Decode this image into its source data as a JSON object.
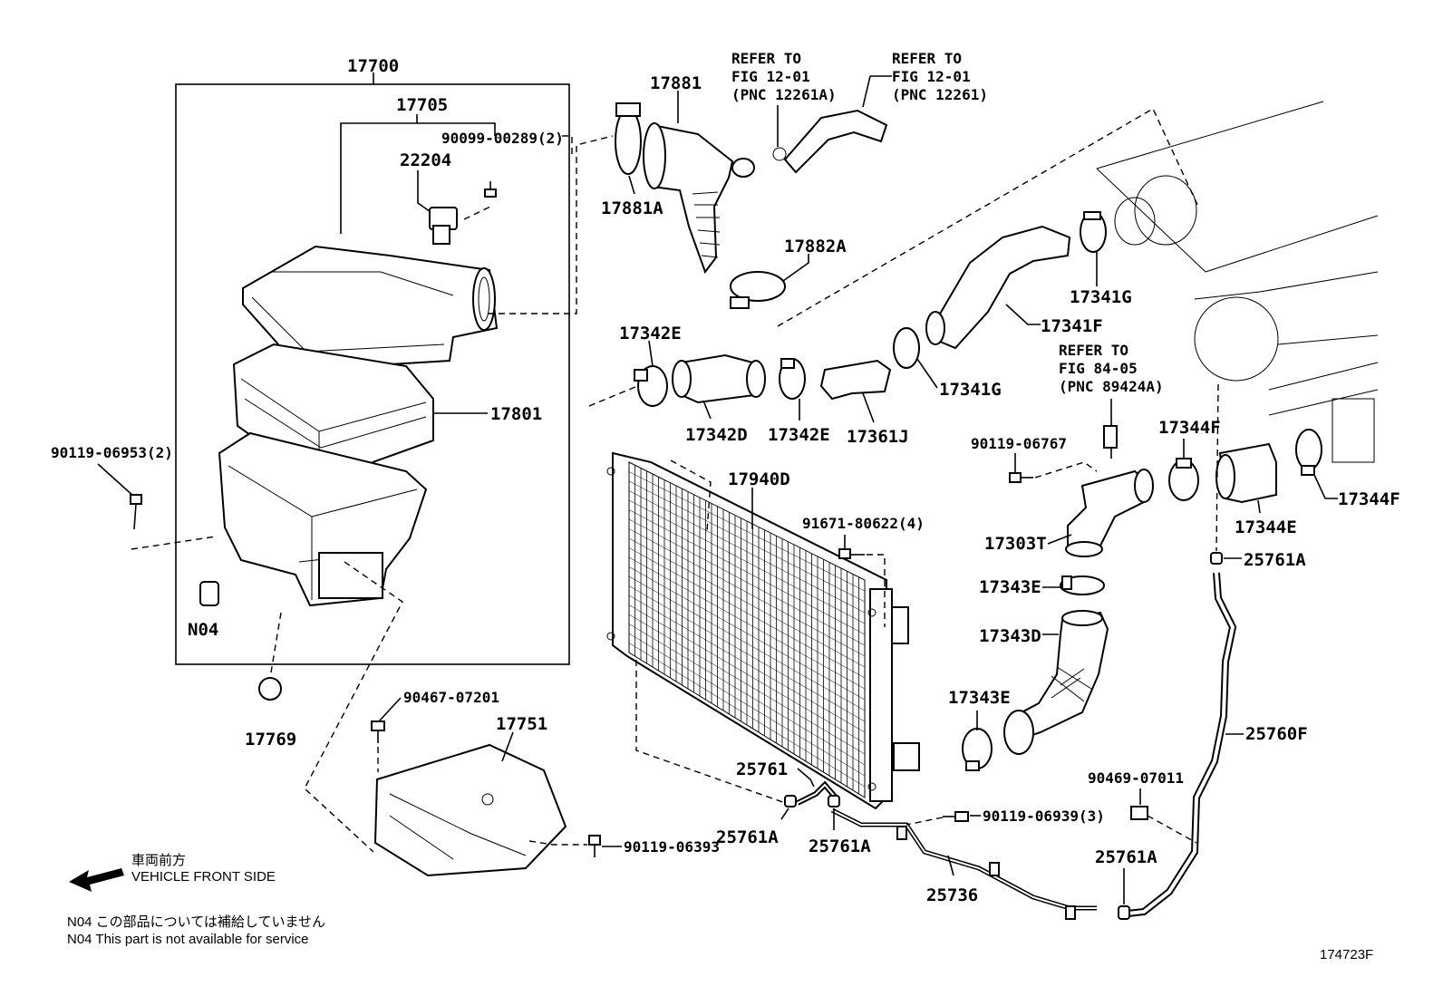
{
  "labels": {
    "p17700": "17700",
    "p17705": "17705",
    "p22204": "22204",
    "p90099": "90099-00289(2)",
    "p17801": "17801",
    "p90119_06953": "90119-06953(2)",
    "pN04": "N04",
    "p17769": "17769",
    "p90467": "90467-07201",
    "p17751": "17751",
    "p90119_06393": "90119-06393",
    "p17881": "17881",
    "p17881A": "17881A",
    "p17882A": "17882A",
    "p17342E_top": "17342E",
    "p17342D": "17342D",
    "p17342E_bot": "17342E",
    "p17361J": "17361J",
    "p17341G_mid": "17341G",
    "p17341F": "17341F",
    "p17341G_top": "17341G",
    "p17940D": "17940D",
    "p91671": "91671-80622(4)",
    "p90119_06767": "90119-06767",
    "p17303T": "17303T",
    "p17343E_top": "17343E",
    "p17343D": "17343D",
    "p17343E_bot": "17343E",
    "p17344F_top": "17344F",
    "p17344E": "17344E",
    "p17344F_right": "17344F",
    "p25761A_top": "25761A",
    "p25760F": "25760F",
    "p90469": "90469-07011",
    "p25761A_bot": "25761A",
    "p25761": "25761",
    "p25761A_left": "25761A",
    "p25761A_mid": "25761A",
    "p90119_06939": "90119-06939(3)",
    "p25736": "25736"
  },
  "refs": {
    "ref1": [
      "REFER TO",
      "FIG 12-01",
      "(PNC 12261A)"
    ],
    "ref2": [
      "REFER TO",
      "FIG 12-01",
      "(PNC 12261)"
    ],
    "ref3": [
      "REFER TO",
      "FIG 84-05",
      "(PNC 89424A)"
    ]
  },
  "legend": {
    "direction_jp": "車両前方",
    "direction_en": "VEHICLE FRONT SIDE",
    "note_jp": "N04  この部品については補給していません",
    "note_en": "N04  This part is not available for service"
  },
  "figure_id": "174723F"
}
